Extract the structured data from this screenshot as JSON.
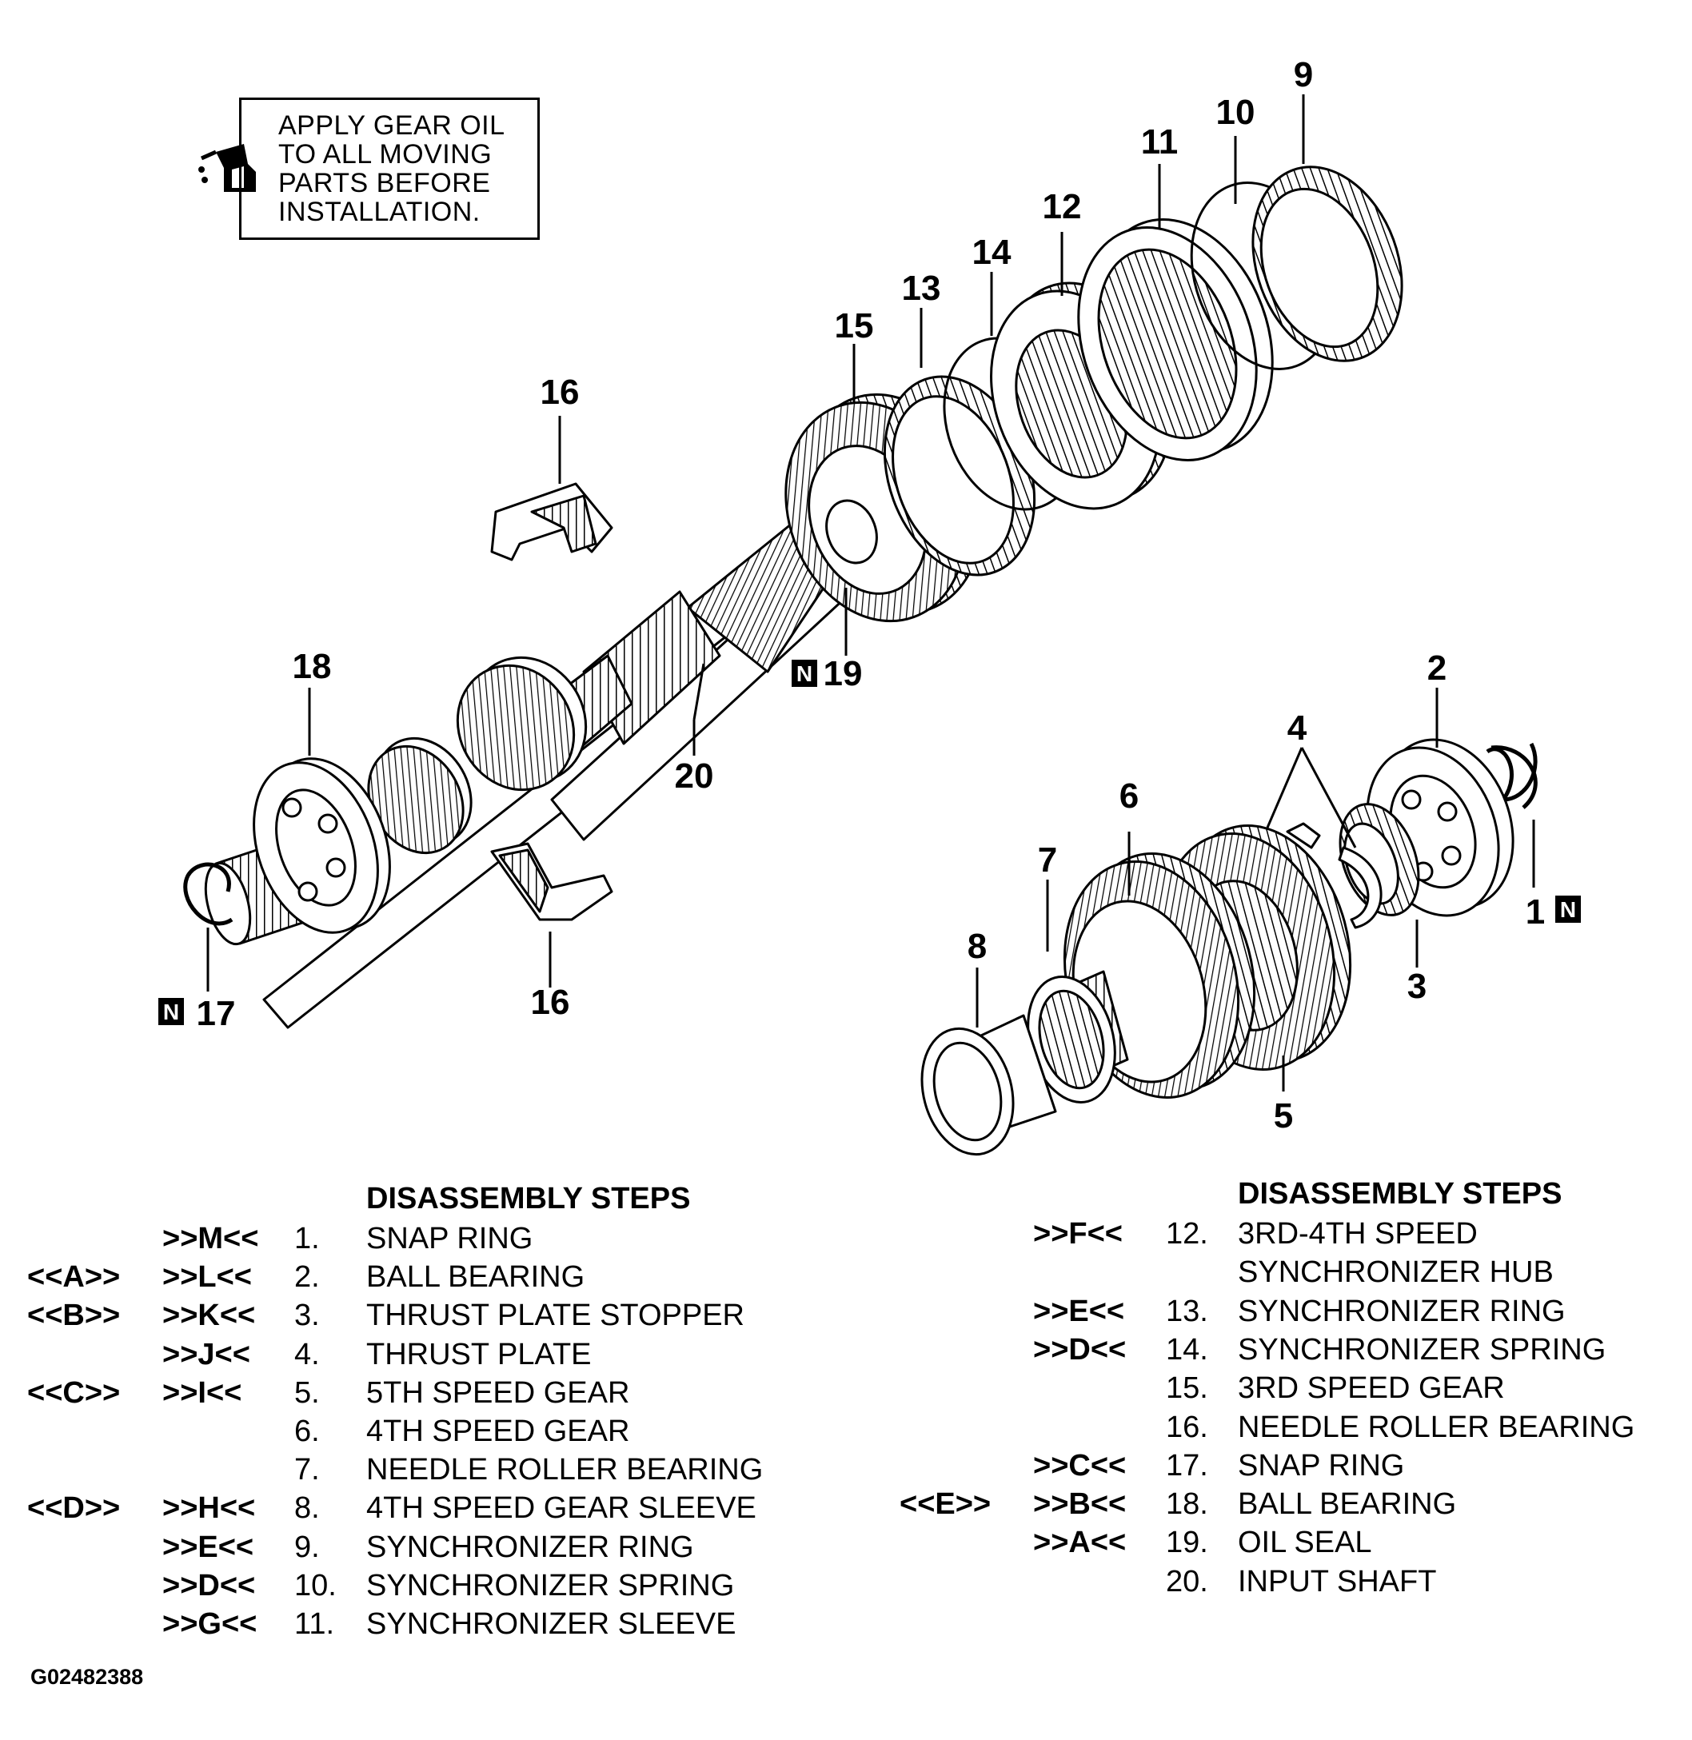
{
  "note": {
    "lines": [
      "APPLY GEAR OIL",
      "TO ALL MOVING",
      "PARTS BEFORE",
      "INSTALLATION."
    ],
    "icon": "oil-can-icon"
  },
  "callouts": {
    "c1": "1",
    "c2": "2",
    "c3": "3",
    "c4": "4",
    "c5": "5",
    "c6": "6",
    "c7": "7",
    "c8": "8",
    "c9": "9",
    "c10": "10",
    "c11": "11",
    "c12": "12",
    "c13": "13",
    "c14": "14",
    "c15": "15",
    "c16a": "16",
    "c16b": "16",
    "c17": "17",
    "c18": "18",
    "c19": "19",
    "c20": "20",
    "n_marker": "N"
  },
  "steps_left": {
    "heading": "DISASSEMBLY STEPS",
    "rows": [
      {
        "rem": "",
        "inst": ">>M<<",
        "num": "1.",
        "text": "SNAP RING"
      },
      {
        "rem": "<<A>>",
        "inst": ">>L<<",
        "num": "2.",
        "text": "BALL BEARING"
      },
      {
        "rem": "<<B>>",
        "inst": ">>K<<",
        "num": "3.",
        "text": "THRUST PLATE STOPPER"
      },
      {
        "rem": "",
        "inst": ">>J<<",
        "num": "4.",
        "text": "THRUST PLATE"
      },
      {
        "rem": "<<C>>",
        "inst": ">>I<<",
        "num": "5.",
        "text": "5TH SPEED GEAR"
      },
      {
        "rem": "",
        "inst": "",
        "num": "6.",
        "text": "4TH SPEED GEAR"
      },
      {
        "rem": "",
        "inst": "",
        "num": "7.",
        "text": "NEEDLE ROLLER BEARING"
      },
      {
        "rem": "<<D>>",
        "inst": ">>H<<",
        "num": "8.",
        "text": "4TH SPEED GEAR SLEEVE"
      },
      {
        "rem": "",
        "inst": ">>E<<",
        "num": "9.",
        "text": "SYNCHRONIZER RING"
      },
      {
        "rem": "",
        "inst": ">>D<<",
        "num": "10.",
        "text": "SYNCHRONIZER SPRING"
      },
      {
        "rem": "",
        "inst": ">>G<<",
        "num": "11.",
        "text": "SYNCHRONIZER SLEEVE"
      }
    ]
  },
  "steps_right": {
    "heading": "DISASSEMBLY STEPS",
    "rows": [
      {
        "rem": "",
        "inst": ">>F<<",
        "num": "12.",
        "text": "3RD-4TH SPEED"
      },
      {
        "rem": "",
        "inst": "",
        "num": "",
        "text": "SYNCHRONIZER HUB"
      },
      {
        "rem": "",
        "inst": ">>E<<",
        "num": "13.",
        "text": "SYNCHRONIZER RING"
      },
      {
        "rem": "",
        "inst": ">>D<<",
        "num": "14.",
        "text": "SYNCHRONIZER SPRING"
      },
      {
        "rem": "",
        "inst": "",
        "num": "15.",
        "text": "3RD SPEED GEAR"
      },
      {
        "rem": "",
        "inst": "",
        "num": "16.",
        "text": "NEEDLE ROLLER BEARING"
      },
      {
        "rem": "",
        "inst": ">>C<<",
        "num": "17.",
        "text": "SNAP RING"
      },
      {
        "rem": "<<E>>",
        "inst": ">>B<<",
        "num": "18.",
        "text": "BALL BEARING"
      },
      {
        "rem": "",
        "inst": ">>A<<",
        "num": "19.",
        "text": "OIL SEAL"
      },
      {
        "rem": "",
        "inst": "",
        "num": "20.",
        "text": "INPUT SHAFT"
      }
    ]
  },
  "figure_id": "G02482388"
}
